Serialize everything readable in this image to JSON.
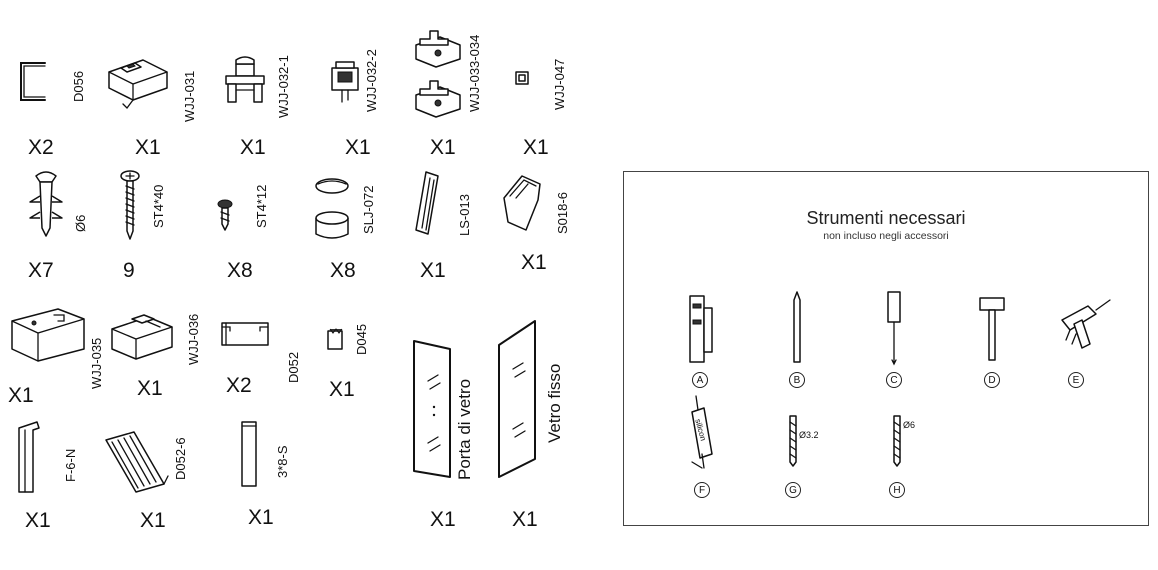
{
  "parts": [
    {
      "code": "D056",
      "qty": "X2"
    },
    {
      "code": "WJJ-031",
      "qty": "X1"
    },
    {
      "code": "WJJ-032-1",
      "qty": "X1"
    },
    {
      "code": "WJJ-032-2",
      "qty": "X1"
    },
    {
      "code": "WJJ-033-034",
      "qty": "X1"
    },
    {
      "code": "WJJ-047",
      "qty": "X1"
    },
    {
      "code": "Ø6",
      "qty": "X7"
    },
    {
      "code": "ST4*40",
      "qty": "9"
    },
    {
      "code": "ST4*12",
      "qty": "X8"
    },
    {
      "code": "SLJ-072",
      "qty": "X8"
    },
    {
      "code": "LS-013",
      "qty": "X1"
    },
    {
      "code": "S018-6",
      "qty": "X1"
    },
    {
      "code": "WJJ-035",
      "qty": "X1"
    },
    {
      "code": "WJJ-036",
      "qty": "X1"
    },
    {
      "code": "D052",
      "qty": "X2"
    },
    {
      "code": "D045",
      "qty": "X1"
    },
    {
      "code": "Porta di vetro",
      "qty": "X1"
    },
    {
      "code": "Vetro fisso",
      "qty": "X1"
    },
    {
      "code": "F-6-N",
      "qty": "X1"
    },
    {
      "code": "D052-6",
      "qty": "X1"
    },
    {
      "code": "3*8-S",
      "qty": "X1"
    }
  ],
  "tools": {
    "title": "Strumenti necessari",
    "subtitle": "non incluso negli accessori",
    "items": [
      {
        "letter": "A",
        "icon": "bracket-tool-icon"
      },
      {
        "letter": "B",
        "icon": "pencil-icon"
      },
      {
        "letter": "C",
        "icon": "screwdriver-icon"
      },
      {
        "letter": "D",
        "icon": "hammer-icon"
      },
      {
        "letter": "E",
        "icon": "drill-icon"
      },
      {
        "letter": "F",
        "icon": "silicone-gun-icon",
        "label": "silicon"
      },
      {
        "letter": "G",
        "icon": "drill-bit-icon",
        "label": "Ø3.2"
      },
      {
        "letter": "H",
        "icon": "drill-bit-icon",
        "label": "Ø6"
      }
    ]
  }
}
